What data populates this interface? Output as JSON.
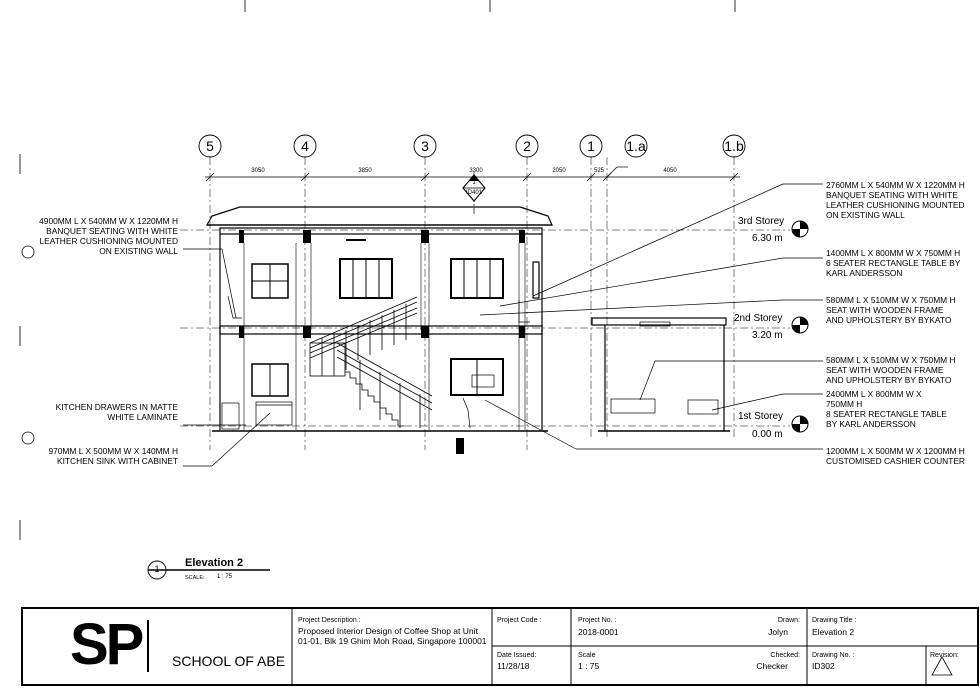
{
  "grid_lines": [
    "5",
    "4",
    "3",
    "2",
    "1",
    "1.a",
    "1.b"
  ],
  "dimensions": [
    "3050",
    "3850",
    "3300",
    "2050",
    "525",
    "4050"
  ],
  "section_marker": {
    "number": "1",
    "sheet": "ID401"
  },
  "levels": [
    {
      "name": "3rd Storey",
      "elevation": "6.30 m"
    },
    {
      "name": "2nd Storey",
      "elevation": "3.20 m"
    },
    {
      "name": "1st Storey",
      "elevation": "0.00 m"
    }
  ],
  "left_notes": [
    "4900MM L X 540MM W X 1220MM H\nBANQUET SEATING WITH WHITE\nLEATHER CUSHIONING MOUNTED\nON EXISTING WALL",
    "KITCHEN DRAWERS IN MATTE\nWHITE LAMINATE",
    "970MM L X 500MM W X 140MM H\nKITCHEN SINK WITH CABINET"
  ],
  "right_notes": [
    "2760MM L X 540MM W X 1220MM H\nBANQUET SEATING WITH WHITE\nLEATHER CUSHIONING MOUNTED\nON EXISTING WALL",
    "1400MM L X 800MM W X 750MM H\n6 SEATER RECTANGLE TABLE BY\nKARL ANDERSSON",
    "580MM L X 510MM W X 750MM H\nSEAT WITH WOODEN FRAME\nAND UPHOLSTERY BY  BYKATO",
    "580MM L X 510MM W X 750MM H\nSEAT WITH WOODEN FRAME\nAND UPHOLSTERY BY  BYKATO",
    "2400MM L X 800MM W X\n750MM H\n8 SEATER RECTANGLE TABLE\nBY KARL ANDERSSON",
    "1200MM L X 500MM W X 1200MM H\nCUSTOMISED CASHIER COUNTER"
  ],
  "drawing": {
    "number": "1",
    "title": "Elevation 2",
    "scale_label": "SCALE:",
    "scale": "1 : 75"
  },
  "title_block": {
    "logo": "SP",
    "school": "SCHOOL OF ABE",
    "project_description_label": "Project Description :",
    "project_description": "Proposed Interior Design of Coffee Shop at Unit 01-01, Blk 19 Ghim Moh Road, Singapore 100001",
    "project_code_label": "Project Code :",
    "project_no_label": "Project No. :",
    "project_no": "2018-0001",
    "date_issued_label": "Date Issued:",
    "date_issued": "11/28/18",
    "scale_label": "Scale",
    "scale": "1 : 75",
    "drawn_label": "Drawn:",
    "drawn": "Jolyn",
    "checked_label": "Checked:",
    "checked": "Checker",
    "drawing_title_label": "Drawing Title :",
    "drawing_title": "Elevation 2",
    "drawing_no_label": "Drawing No. :",
    "drawing_no": "ID302",
    "revision_label": "Revision:"
  }
}
